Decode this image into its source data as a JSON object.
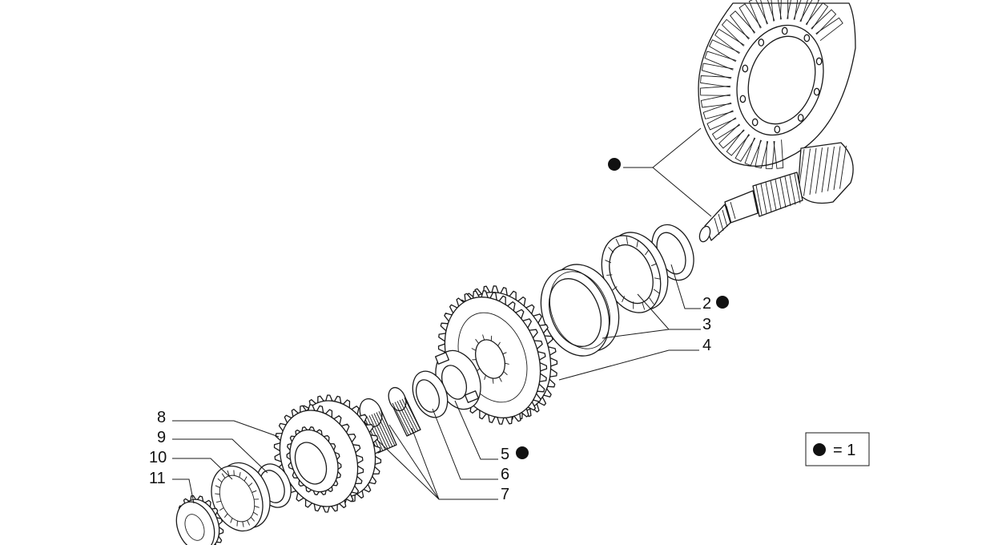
{
  "labels": {
    "p2": "2",
    "p3": "3",
    "p4": "4",
    "p5": "5",
    "p6": "6",
    "p7": "7",
    "p8": "8",
    "p9": "9",
    "p10": "10",
    "p11": "11"
  },
  "legend": {
    "text": "= 1"
  },
  "colors": {
    "line": "#1a1a1a",
    "marker": "#111111",
    "background": "#ffffff"
  }
}
